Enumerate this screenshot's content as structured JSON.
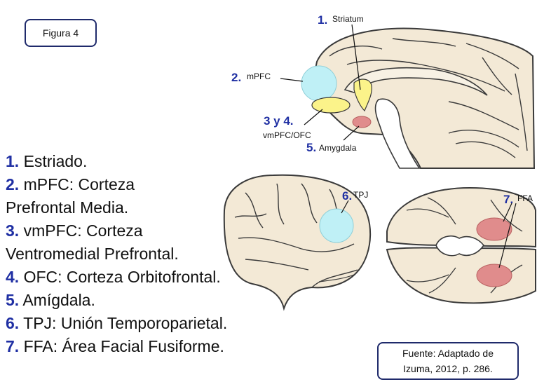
{
  "figure_label": "Figura 4",
  "source": {
    "line1": "Fuente: Adaptado de",
    "line2": "Izuma, 2012, p. 286."
  },
  "legend": [
    {
      "num": "1.",
      "lines": [
        "Estriado."
      ]
    },
    {
      "num": "2.",
      "lines": [
        "mPFC: Corteza",
        "Prefrontal Media."
      ]
    },
    {
      "num": "3.",
      "lines": [
        "vmPFC: Corteza",
        "Ventromedial Prefrontal."
      ]
    },
    {
      "num": "4.",
      "lines": [
        "OFC: Corteza Orbitofrontal."
      ]
    },
    {
      "num": "5.",
      "lines": [
        "Amígdala."
      ]
    },
    {
      "num": "6.",
      "lines": [
        "TPJ: Unión Temporoparietal."
      ]
    },
    {
      "num": "7.",
      "lines": [
        "FFA: Área Facial Fusiforme."
      ]
    }
  ],
  "labels": {
    "striatum_num": "1.",
    "striatum": "Striatum",
    "mpfc_num": "2.",
    "mpfc": "mPFC",
    "vmpfc_num": "3 y 4.",
    "vmpfc": "vmPFC/OFC",
    "amygdala_num": "5.",
    "amygdala": "Amygdala",
    "tpj_num": "6.",
    "tpj": "TPJ",
    "ffa_num": "7.",
    "ffa": "FFA"
  },
  "colors": {
    "brain_fill": "#f3e9d6",
    "brain_stroke": "#3a3a3a",
    "cyan_region": "#bff0f6",
    "yellow_region": "#fbf38a",
    "red_region": "#e08c8c",
    "number_color": "#1f2fa3",
    "box_border": "#1f2a6b"
  }
}
